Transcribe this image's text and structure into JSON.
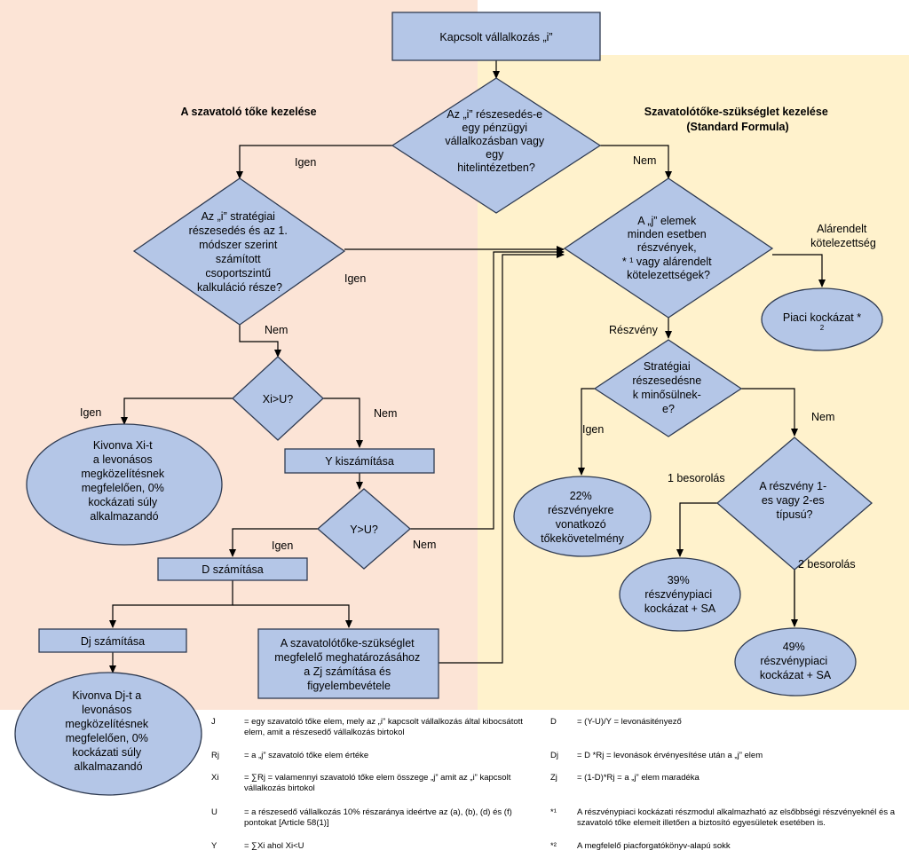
{
  "sections": {
    "left_title": "A szavatoló tőke kezelése",
    "right_title_lines": [
      "Szavatolótőke-szükséglet kezelése",
      "(Standard Formula)"
    ]
  },
  "colors": {
    "left_bg": "#fce4d6",
    "right_bg": "#fff2cc",
    "node_fill": "#b4c6e7",
    "node_stroke": "#2f3b52"
  },
  "nodes": {
    "start": [
      "Kapcsolt vállalkozás „i”"
    ],
    "d1": [
      "Az „i” részesedés-e",
      "egy pénzügyi",
      "vállalkozásban vagy",
      "egy",
      "hitelintézetben?"
    ],
    "d2": [
      "Az „i” stratégiai",
      "részesedés és az 1.",
      "módszer szerint",
      "számított",
      "csoportszintű",
      "kalkuláció része?"
    ],
    "d3": [
      "Xi>U?"
    ],
    "e1": [
      "Kivonva Xi-t",
      "a levonásos",
      "megközelítésnek",
      "megfelelően, 0%",
      "kockázati súly",
      "alkalmazandó"
    ],
    "yk": [
      "Y kiszámítása"
    ],
    "d4": [
      "Y>U?"
    ],
    "ds": [
      "D számítása"
    ],
    "djs": [
      "Dj számítása"
    ],
    "zj": [
      "A szavatolótőke-szükséglet",
      "megfelelő meghatározásához",
      "a Zj számítása és",
      "figyelembevétele"
    ],
    "e2": [
      "Kivonva Dj-t a",
      "levonásos",
      "megközelítésnek",
      "megfelelően, 0%",
      "kockázati súly",
      "alkalmazandó"
    ],
    "d5": [
      "A „j” elemek",
      "minden esetben",
      "részvények,",
      "* ¹ vagy alárendelt",
      "kötelezettségek?"
    ],
    "piaci": [
      "Piaci kockázat *"
    ],
    "piaci_sub": "2",
    "d6": [
      "Stratégiai",
      "részesedésne",
      "k minősülnek-",
      "e?"
    ],
    "e22": [
      "22%",
      "részvényekre",
      "vonatkozó",
      "tőkekövetelmény"
    ],
    "d7": [
      "A részvény 1-",
      "es vagy 2-es",
      "típusú?"
    ],
    "e39": [
      "39%",
      "részvénypiaci",
      "kockázat + SA"
    ],
    "e49": [
      "49%",
      "részvénypiaci",
      "kockázat + SA"
    ]
  },
  "edge_labels": {
    "igen1": "Igen",
    "nem1": "Nem",
    "igen2": "Igen",
    "nem2": "Nem",
    "igen3": "Igen",
    "nem3": "Nem",
    "igen4": "Igen",
    "nem4": "Nem",
    "alarendelt": [
      "Alárendelt",
      "kötelezettség"
    ],
    "reszveny": "Részvény",
    "igen5": "Igen",
    "nem5": "Nem",
    "besorolas1": "1 besorolás",
    "besorolas2": "2 besorolás"
  },
  "legend": [
    {
      "sym": "J",
      "def": "= egy szavatoló tőke elem, mely az „i” kapcsolt vállalkozás által kibocsátott elem, amit a részesedő vállalkozás birtokol"
    },
    {
      "sym": "Rj",
      "def": "= a „j” szavatoló tőke elem értéke"
    },
    {
      "sym": "Xi",
      "def": "= ∑Rj = valamennyi szavatoló tőke elem összege „j” amit az „i” kapcsolt vállalkozás birtokol"
    },
    {
      "sym": "U",
      "def": "= a részesedő vállalkozás 10% részaránya ideértve az (a), (b), (d) és (f) pontokat [Article 58(1)]"
    },
    {
      "sym": "Y",
      "def": "= ∑Xi ahol Xi<U"
    },
    {
      "sym": "D",
      "def": "= (Y-U)/Y = levonásitényező"
    },
    {
      "sym": "Dj",
      "def": "= D *Rj = levonások érvényesítése után a „j” elem"
    },
    {
      "sym": "Zj",
      "def": "= (1-D)*Rj = a „j” elem maradéka"
    },
    {
      "sym": "*¹",
      "def": "A részvénypiaci kockázati részmodul alkalmazható az elsőbbségi részvényeknél és a szavatoló tőke elemeit illetően a biztosító egyesületek esetében is."
    },
    {
      "sym": "*²",
      "def": "A megfelelő piacforgatókönyv-alapú sokk"
    }
  ]
}
